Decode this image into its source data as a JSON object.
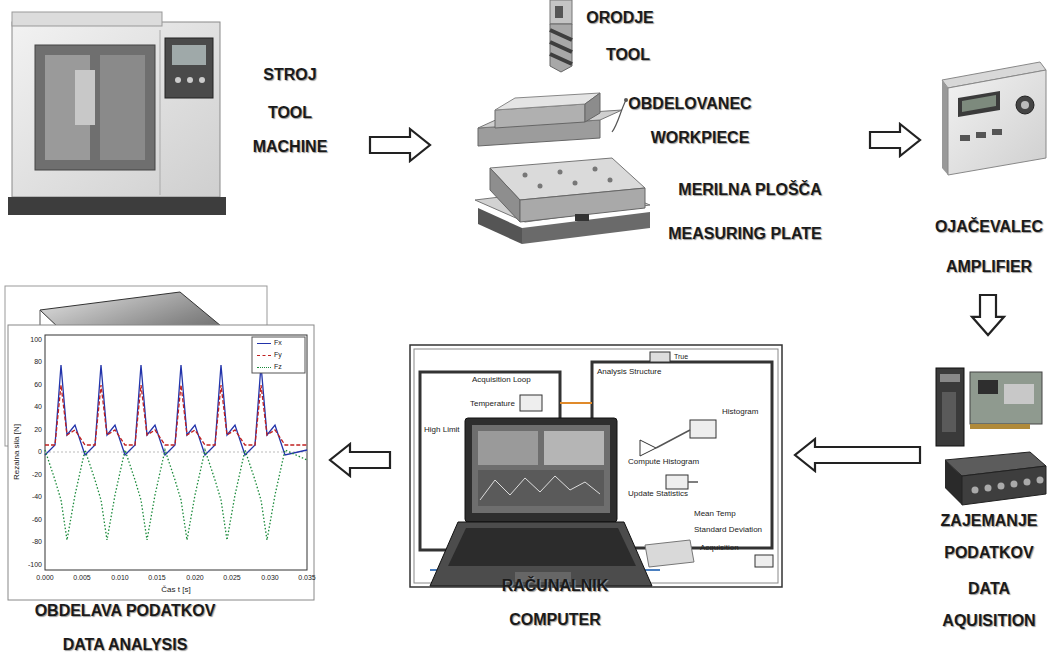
{
  "diagram": {
    "nodes": [
      {
        "text": [
          "STROJ",
          "TOOL MACHINE"
        ]
      },
      {
        "text": [
          "ORODJE",
          "TOOL",
          "OBDELOVANEC",
          "WORKPIECE",
          "MERILNA PLOŠČA",
          "MEASURING PLATE"
        ]
      },
      {
        "text": [
          "OJAČEVALEC",
          "AMPLIFIER"
        ]
      },
      {
        "text": [
          "ZAJEMANJE PODATKOV",
          "DATA AQUISITION"
        ]
      },
      {
        "text": [
          "RAČUNALNIK",
          "COMPUTER"
        ]
      },
      {
        "text": [
          "OBDELAVA PODATKOV",
          "DATA ANALYSIS"
        ]
      }
    ],
    "edges": [
      {
        "from": 0,
        "to": 1,
        "arrow": "to"
      },
      {
        "from": 1,
        "to": 2,
        "arrow": "to"
      },
      {
        "from": 2,
        "to": 3,
        "arrow": "to"
      },
      {
        "from": 3,
        "to": 4,
        "arrow": "to"
      },
      {
        "from": 4,
        "to": 5,
        "arrow": "to"
      }
    ],
    "labels": [
      "Acquisition Loop",
      "Analysis Structure",
      "True",
      "Temperature",
      "High Limit",
      "Histogram",
      "Compute Histogram",
      "Update Statistics",
      "Mean Temp",
      "Standard Deviation",
      "Acquisition",
      "Rezalna sila [N]",
      "Čas t [s]",
      "0.000",
      "0.005",
      "0.010",
      "0.015",
      "0.020",
      "0.025",
      "0.030",
      "0.035",
      "100",
      "80",
      "60",
      "40",
      "20",
      "0",
      "-20",
      "-40",
      "-60",
      "-80",
      "-100"
    ],
    "legend": [
      {
        "text": "Fx"
      },
      {
        "text": "Fy"
      },
      {
        "text": "Fz"
      }
    ]
  }
}
